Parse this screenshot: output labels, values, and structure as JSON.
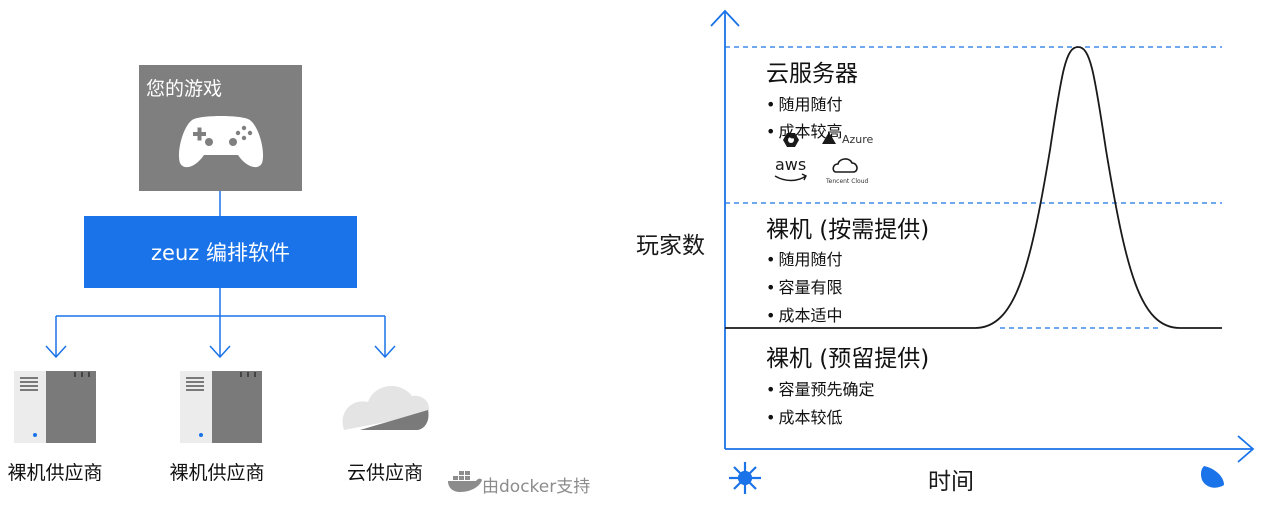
{
  "left": {
    "game_title": "您的游戏",
    "orchestrator_label": "zeuz 编排软件",
    "providers": [
      "裸机供应商",
      "裸机供应商",
      "云供应商"
    ],
    "docker_label": "由docker支持"
  },
  "right": {
    "y_label": "玩家数",
    "x_label": "时间",
    "tiers": [
      {
        "title": "云服务器",
        "bullets": [
          "随用随付",
          "成本较高"
        ]
      },
      {
        "title": "裸机 (按需提供)",
        "bullets": [
          "随用随付",
          "容量有限",
          "成本适中"
        ]
      },
      {
        "title": "裸机 (预留提供)",
        "bullets": [
          "容量预先确定",
          "成本较低"
        ]
      }
    ],
    "cloud_logos": {
      "azure": "Azure",
      "aws": "aws",
      "tencent": "Tencent Cloud"
    },
    "icons": {
      "start": "sun-icon",
      "end": "moon-icon"
    }
  },
  "colors": {
    "accent_blue": "#1a73e8",
    "gray_box": "#7f7f7f",
    "curve": "#1a1a1a"
  }
}
